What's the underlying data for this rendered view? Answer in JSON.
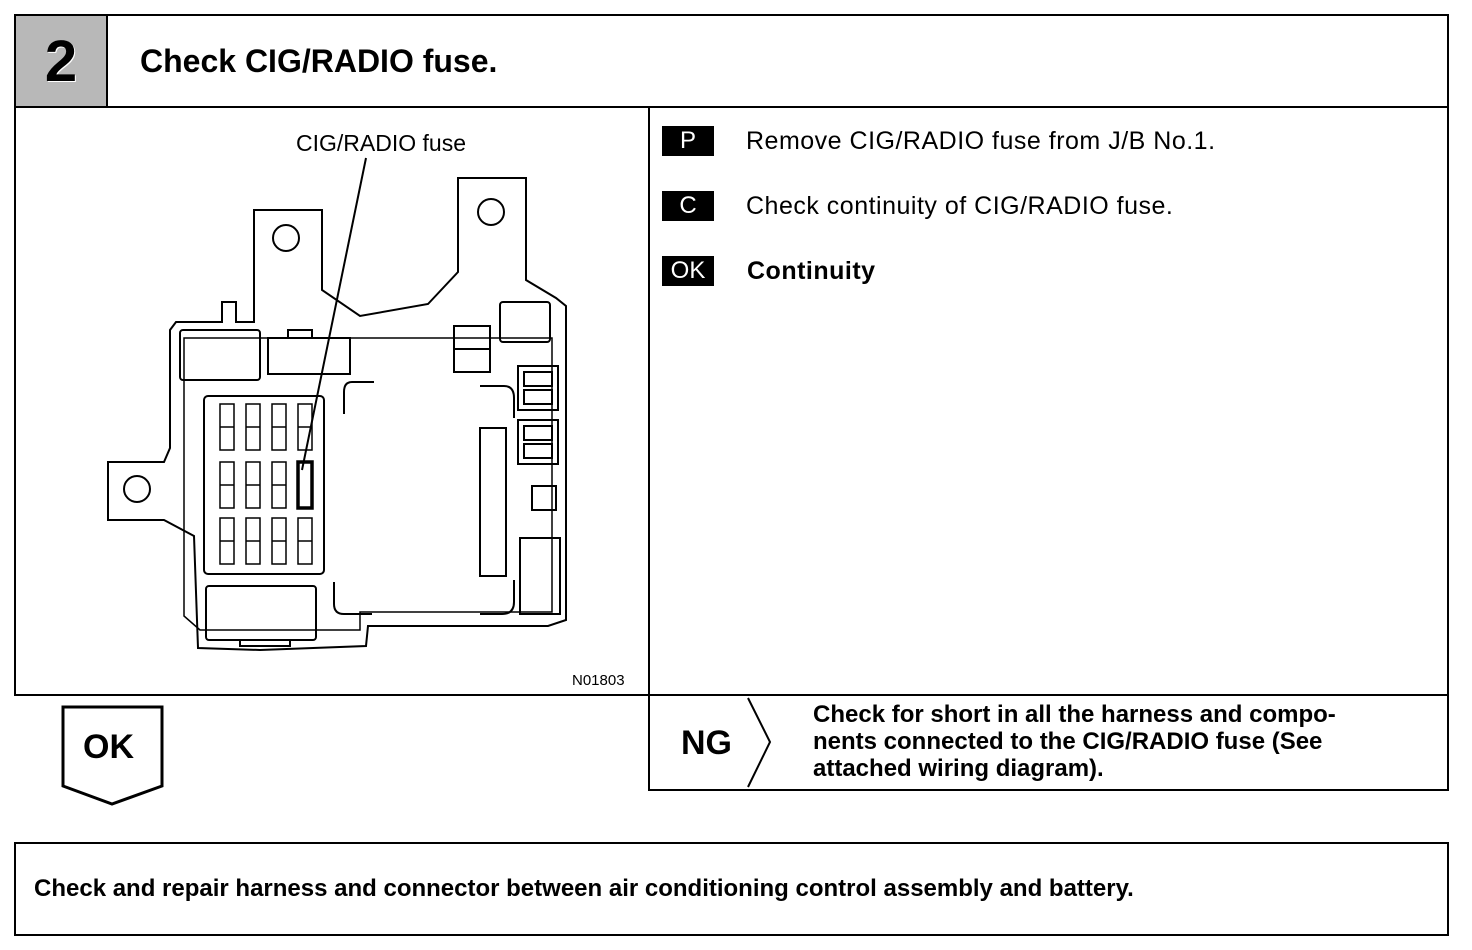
{
  "step": {
    "number": "2",
    "title": "Check CIG/RADIO fuse."
  },
  "figure": {
    "callout": "CIG/RADIO fuse",
    "code": "N01803"
  },
  "procedure": [
    {
      "tag": "P",
      "text": "Remove CIG/RADIO fuse from J/B No.1."
    },
    {
      "tag": "C",
      "text": "Check continuity of CIG/RADIO fuse."
    },
    {
      "tag": "OK",
      "text": "Continuity"
    }
  ],
  "result": {
    "ok_label": "OK",
    "ng_label": "NG",
    "ng_lines": [
      "Check for short in all the harness and compo-",
      "nents connected to the CIG/RADIO fuse (See",
      "attached wiring diagram)."
    ]
  },
  "next_action": "Check and repair harness and connector between air conditioning control assembly and battery."
}
